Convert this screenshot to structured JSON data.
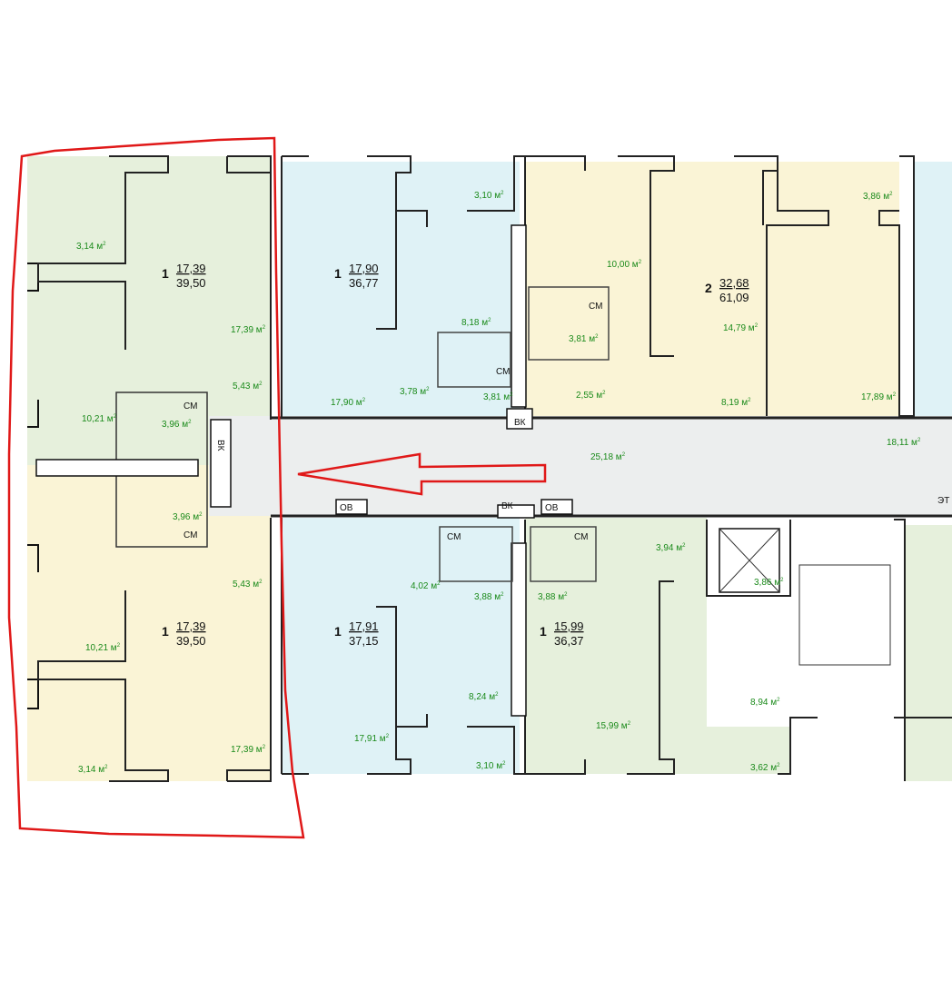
{
  "title": "",
  "area_unit": "м",
  "area_unit_exp": "2",
  "colors": {
    "green": "#e6f0dc",
    "blue": "#dff2f6",
    "yellow": "#faf4d6",
    "corridor": "#eceeee",
    "area_text": "#1a8a1a",
    "highlight": "#e01818"
  },
  "apartments": [
    {
      "id": "apt-nw",
      "rooms": "1",
      "living": "17,39",
      "total": "39,50"
    },
    {
      "id": "apt-sw",
      "rooms": "1",
      "living": "17,39",
      "total": "39,50"
    },
    {
      "id": "apt-n2",
      "rooms": "1",
      "living": "17,90",
      "total": "36,77"
    },
    {
      "id": "apt-s2",
      "rooms": "1",
      "living": "17,91",
      "total": "37,15"
    },
    {
      "id": "apt-ne",
      "rooms": "2",
      "living": "32,68",
      "total": "61,09"
    },
    {
      "id": "apt-s3",
      "rooms": "1",
      "living": "15,99",
      "total": "36,37"
    }
  ],
  "room_areas": [
    "3,14",
    "17,39",
    "5,43",
    "10,21",
    "3,96",
    "3,96",
    "5,43",
    "10,21",
    "17,39",
    "3,14",
    "3,10",
    "8,18",
    "3,78",
    "3,81",
    "17,90",
    "10,00",
    "3,81",
    "2,55",
    "14,79",
    "8,19",
    "17,89",
    "3,86",
    "25,18",
    "18,11",
    "4,02",
    "3,88",
    "3,88",
    "8,24",
    "17,91",
    "3,10",
    "3,94",
    "3,86",
    "15,99",
    "8,94",
    "3,62"
  ],
  "shaft_labels": {
    "vk": "ВК",
    "ov": "ОВ",
    "sm": "СМ",
    "stair": "ЭТ"
  }
}
